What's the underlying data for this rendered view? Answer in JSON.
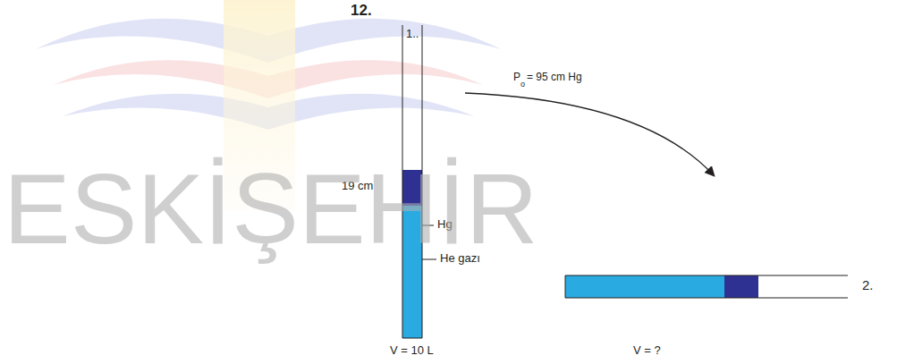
{
  "diagram": {
    "labels": [
      "12.",
      "1..",
      "P",
      "o",
      "= 95 cm Hg",
      "19 cm",
      "Hg",
      "He gazı",
      "V = 10 L",
      "V = ?",
      "2.",
      "ESKİŞEHİR"
    ]
  }
}
